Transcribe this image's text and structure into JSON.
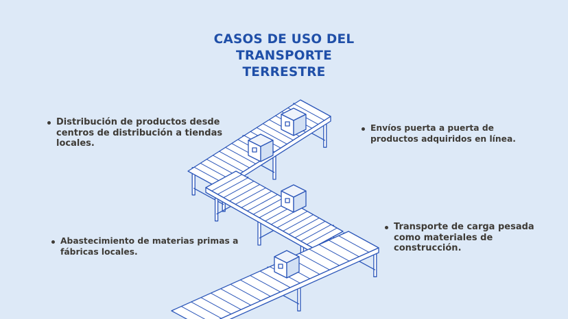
{
  "title": {
    "line1": "CASOS DE USO DEL",
    "line2": "TRANSPORTE",
    "line3": "TERRESTRE"
  },
  "points": [
    "Distribución de productos desde centros de distribución a tiendas locales.",
    "Envíos puerta a puerta de productos adquiridos en línea.",
    "Abastecimiento de materias primas a fábricas locales.",
    "Transporte de carga pesada como materiales de construcción."
  ],
  "colors": {
    "background": "#dde9f7",
    "title": "#1f4fa8",
    "text": "#3e3b36",
    "illustration_line": "#2a55b8"
  },
  "illustration": "conveyor-belt-with-boxes"
}
